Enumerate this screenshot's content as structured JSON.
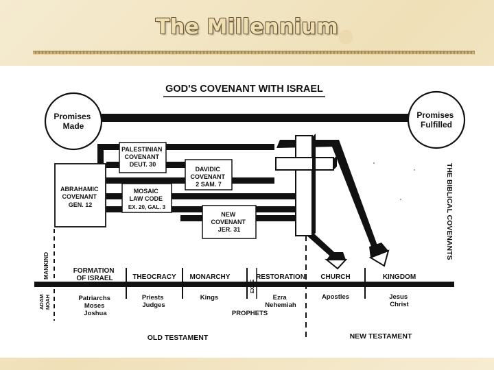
{
  "slide": {
    "title": "The Millennium"
  },
  "diagram": {
    "heading": "GOD'S COVENANT WITH ISRAEL",
    "side_title": "THE BIBLICAL COVENANTS",
    "promises_made": [
      "Promises",
      "Made"
    ],
    "promises_fulfilled": [
      "Promises",
      "Fulfilled"
    ],
    "covenants": {
      "palestinian": [
        "PALESTINIAN",
        "COVENANT",
        "DEUT. 30"
      ],
      "abrahamic": [
        "ABRAHAMIC",
        "COVENANT",
        "GEN. 12"
      ],
      "davidic": [
        "DAVIDIC",
        "COVENANT",
        "2 SAM. 7"
      ],
      "mosaic": [
        "MOSAIC",
        "LAW CODE",
        "EX. 20, GAL. 3"
      ],
      "new": [
        "NEW",
        "COVENANT",
        "JER. 31"
      ]
    },
    "left_labels": {
      "mankind": "MANKIND",
      "adam_noah": [
        "ADAM",
        "NOAH"
      ]
    },
    "eras": {
      "formation": [
        "FORMATION",
        "OF ISRAEL"
      ],
      "theocracy": "THEOCRACY",
      "monarchy": "MONARCHY",
      "exile": "EXILE",
      "restoration": "RESTORATION",
      "church": "CHURCH",
      "kingdom": "KINGDOM"
    },
    "figures": {
      "patriarchs": [
        "Patriarchs",
        "Moses",
        "Joshua"
      ],
      "priests": [
        "Priests",
        "Judges"
      ],
      "kings": "Kings",
      "ezra": [
        "Ezra",
        "Nehemiah"
      ],
      "apostles": "Apostles",
      "jesus": [
        "Jesus",
        "Christ"
      ]
    },
    "prophets": "PROPHETS",
    "old_testament": "OLD TESTAMENT",
    "new_testament": "NEW TESTAMENT"
  }
}
